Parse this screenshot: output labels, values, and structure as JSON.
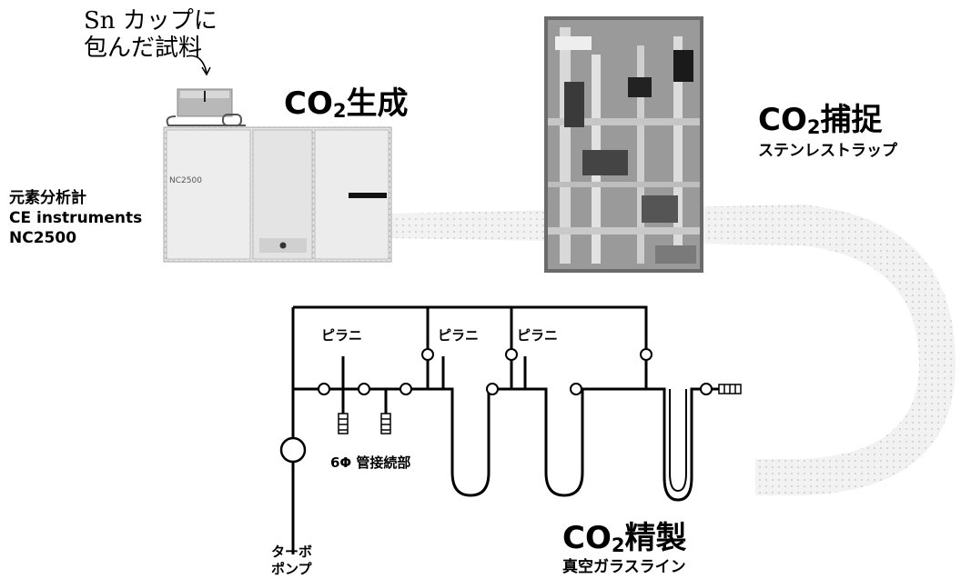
{
  "sample": {
    "line1": "Sn カップに",
    "line2": "包んだ試料"
  },
  "analyzer": {
    "name_ja": "元素分析計",
    "maker": "CE instruments",
    "model": "NC2500",
    "panel_label": "NC2500"
  },
  "generation": {
    "co2_prefix": "CO",
    "co2_sub": "2",
    "title": "生成"
  },
  "capture": {
    "co2_prefix": "CO",
    "co2_sub": "2",
    "title": "捕捉",
    "subtitle": "ステンレストラップ"
  },
  "purification": {
    "co2_prefix": "CO",
    "co2_sub": "2",
    "title": "精製",
    "subtitle": "真空ガラスライン"
  },
  "gauges": [
    "ピラニ",
    "ピラニ",
    "ピラニ"
  ],
  "connector_label": "6Φ 管接続部",
  "pump": {
    "line1": "ターボ",
    "line2": "ポンプ"
  }
}
